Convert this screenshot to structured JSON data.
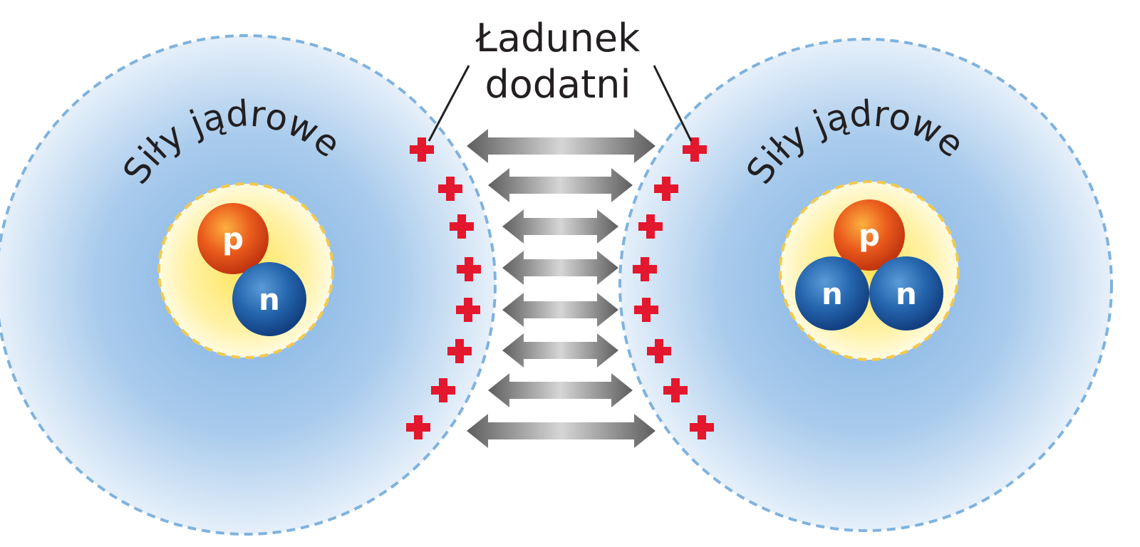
{
  "title_line1": "Ładunek",
  "title_line2": "dodatni",
  "nuclei": [
    {
      "label": "Siły jądrowe",
      "particles": [
        {
          "type": "proton",
          "letter": "p"
        },
        {
          "type": "neutron",
          "letter": "n"
        }
      ]
    },
    {
      "label": "Siły jądrowe",
      "particles": [
        {
          "type": "proton",
          "letter": "p"
        },
        {
          "type": "neutron",
          "letter": "n"
        },
        {
          "type": "neutron",
          "letter": "n"
        }
      ]
    }
  ],
  "colors": {
    "cloud": "#9fc4e8",
    "cloud_border": "#7fb2de",
    "core": "#fff3b0",
    "core_border": "#f2c94c",
    "proton": "#e8571e",
    "neutron": "#2565ad",
    "plus": "#e3172d",
    "arrow": "#8a8a8a"
  },
  "icons": [
    "plus-sign-icon",
    "double-arrow-icon"
  ]
}
